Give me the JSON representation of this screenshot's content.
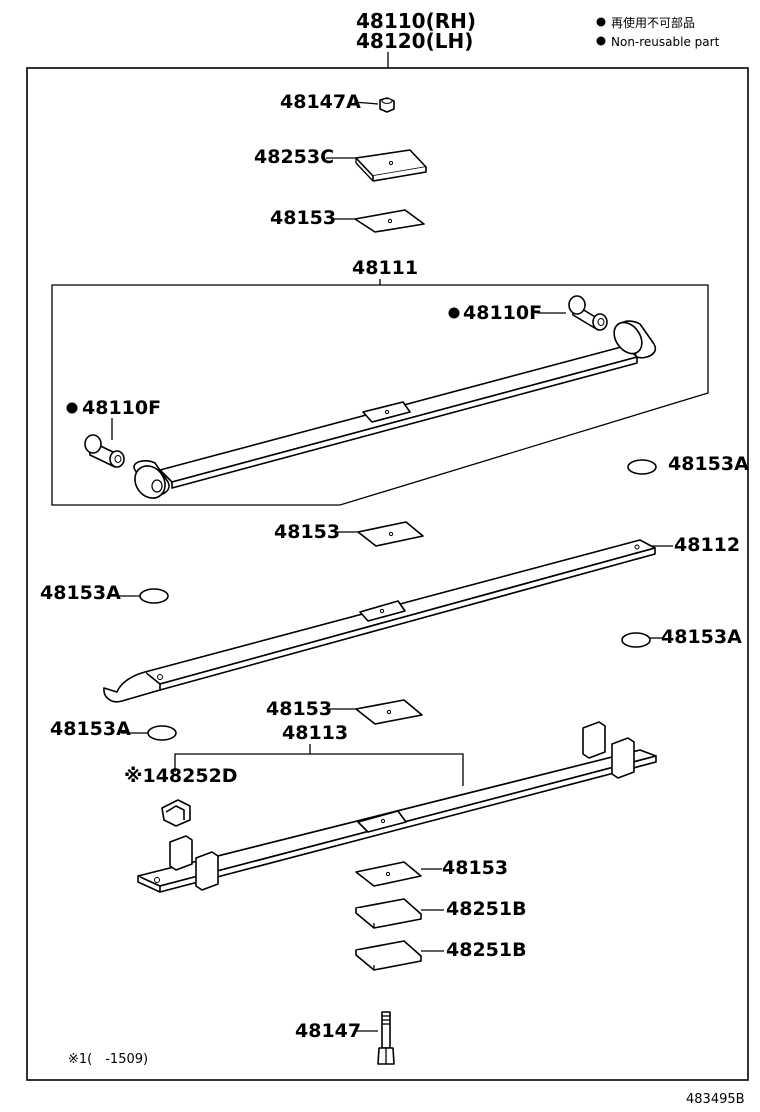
{
  "header": {
    "part_rh": "48110(RH)",
    "part_lh": "48120(LH)"
  },
  "legend": {
    "line1": "再使用不可部品",
    "line2": "Non-reusable part"
  },
  "labels": {
    "nut": "48147A",
    "plate_c": "48253C",
    "pad_top": "48153",
    "leaf_main": "48111",
    "bushing_right": "48110F",
    "bushing_left": "48110F",
    "pad_round_r1": "48153A",
    "pad_mid": "48153",
    "leaf_second": "48112",
    "pad_round_l1": "48153A",
    "pad_round_r2": "48153A",
    "pad_lower": "48153",
    "pad_round_l2": "48153A",
    "leaf_third": "48113",
    "clip": "※148252D",
    "pad_bottom": "48153",
    "plate_b1": "48251B",
    "plate_b2": "48251B",
    "bolt": "48147"
  },
  "footnote": "※1(　-1509)",
  "diagram_id": "483495B"
}
